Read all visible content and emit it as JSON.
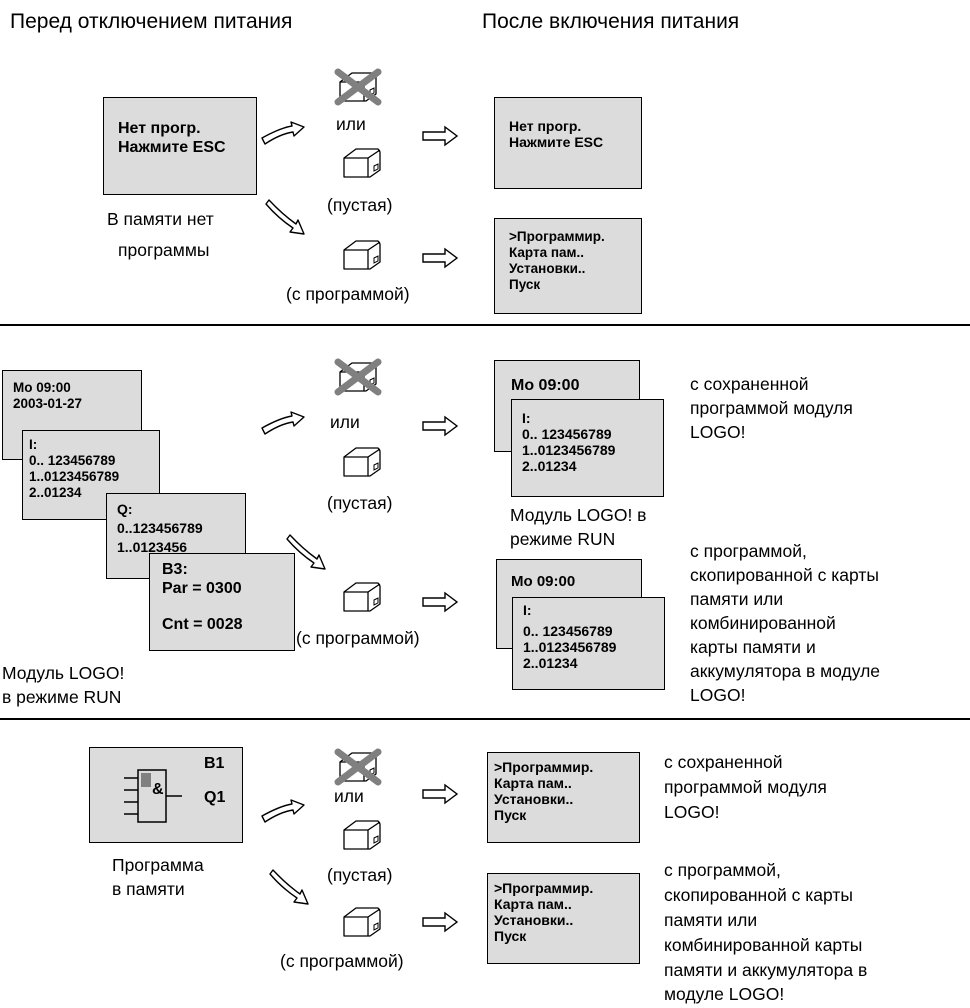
{
  "headers": {
    "before": "Перед отключением питания",
    "after": "После включения питания"
  },
  "section1": {
    "source_screen": [
      "Нет прогр.",
      "Нажмите ESC"
    ],
    "source_caption": [
      "В памяти нет",
      "программы"
    ],
    "or_label": "или",
    "empty_label": "(пустая)",
    "with_program_label": "(с программой)",
    "result_empty_screen": [
      "Нет прогр.",
      "Нажмите ESC"
    ],
    "result_program_screen": [
      ">Программир.",
      "Карта пам..",
      "Установки..",
      "Пуск"
    ]
  },
  "section2": {
    "screen_a": [
      "Mo 09:00",
      "2003-01-27"
    ],
    "screen_b": [
      "I:",
      "0.. 123456789",
      "1..0123456789",
      "2..01234"
    ],
    "screen_c": [
      "Q:",
      "0..123456789",
      "1..0123456"
    ],
    "screen_d": [
      "B3:",
      "Par = 0300",
      "Cnt = 0028"
    ],
    "source_caption": [
      "Модуль LOGO!",
      "в режиме RUN"
    ],
    "or_label": "или",
    "empty_label": "(пустая)",
    "with_program_label": "(с программой)",
    "result1_front": [
      "I:",
      "0.. 123456789",
      "1..0123456789",
      "2..01234"
    ],
    "result1_back": "Mo 09:00",
    "result1_caption": [
      "Модуль LOGO! в",
      "режиме RUN"
    ],
    "result1_note": [
      "с сохраненной",
      "программой модуля",
      "LOGO!"
    ],
    "result2_back": "Mo 09:00",
    "result2_front": [
      "I:",
      "0.. 123456789",
      "1..0123456789",
      "2..01234"
    ],
    "result2_note": [
      "с программой,",
      "скопированной с карты",
      "памяти или",
      "комбинированной",
      "карты памяти и",
      "аккумулятора в модуле",
      "LOGO!"
    ]
  },
  "section3": {
    "block_id": "B1",
    "block_symbol": "&",
    "block_output": "Q1",
    "source_caption": [
      "Программа",
      "в памяти"
    ],
    "or_label": "или",
    "empty_label": "(пустая)",
    "with_program_label": "(с программой)",
    "result1_screen": [
      ">Программир.",
      "Карта пам..",
      "Установки..",
      "Пуск"
    ],
    "result1_note": [
      "с сохраненной",
      "программой модуля",
      "LOGO!"
    ],
    "result2_screen": [
      ">Программир.",
      "Карта пам..",
      "Установки..",
      "Пуск"
    ],
    "result2_note": [
      "с программой,",
      "скопированной с карты",
      "памяти или",
      "комбинированной карты",
      "памяти и аккумулятора в",
      "модуле LOGO!"
    ]
  },
  "colors": {
    "screen_fill": "#dcdcdc",
    "cross": "#808080"
  }
}
